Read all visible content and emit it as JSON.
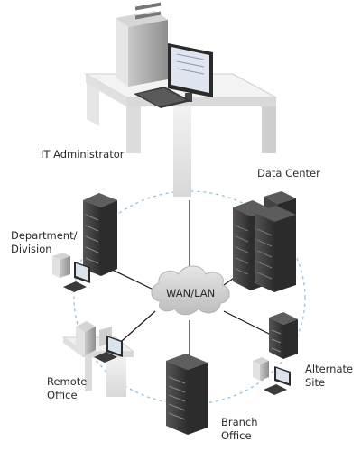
{
  "nodes": {
    "admin": {
      "label": "IT Administrator"
    },
    "datacenter": {
      "label": "Data Center"
    },
    "department": {
      "line1": "Department/",
      "line2": "Division"
    },
    "hub": {
      "label": "WAN/LAN"
    },
    "alternate": {
      "line1": "Alternate",
      "line2": "Site"
    },
    "remote": {
      "line1": "Remote",
      "line2": "Office"
    },
    "branch": {
      "line1": "Branch",
      "line2": "Office"
    }
  },
  "colors": {
    "link": "#1a1a1a",
    "ring": "#8cc1e3",
    "cloud": "#c9c9c9",
    "cloud_highlight": "#e3e3e3",
    "server_dark": "#2f2f2f",
    "server_mid": "#494949",
    "server_face": "#3c3c3c",
    "desk": "#e9e9e9",
    "desk_shadow": "#cfcfcf"
  }
}
